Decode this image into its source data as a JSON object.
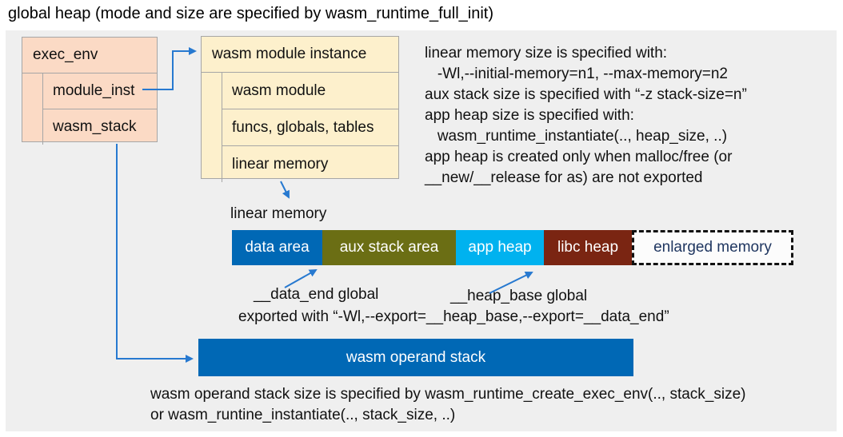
{
  "title": "global heap (mode and size are specified by wasm_runtime_full_init)",
  "colors": {
    "panel_bg": "#efefef",
    "exec_env_fill": "#fbdac5",
    "module_instance_fill": "#fdf0cc",
    "box_border": "#a6a6a6",
    "arrow_blue": "#2779d0",
    "data_area": "#0068b5",
    "aux_stack_area": "#6b6e14",
    "app_heap": "#00b2ef",
    "libc_heap": "#7a2512",
    "operand_stack": "#0068b5",
    "enlarged_memory_text": "#1f3660"
  },
  "exec_env": {
    "header": "exec_env",
    "rows": [
      "module_inst",
      "wasm_stack"
    ]
  },
  "module_instance": {
    "header": "wasm module instance",
    "rows": [
      "wasm module",
      "funcs, globals, tables",
      "linear memory"
    ]
  },
  "notes_right": {
    "lines": [
      "linear memory size is specified with:",
      "   -Wl,--initial-memory=n1, --max-memory=n2",
      "aux stack size is specified with “-z stack-size=n”",
      "app heap size is specified with:",
      "   wasm_runtime_instantiate(.., heap_size, ..)",
      "app heap is created only when malloc/free (or",
      "__new/__release for as) are not exported"
    ]
  },
  "linear_memory": {
    "label": "linear memory",
    "segments": [
      {
        "label": "data area",
        "color": "#0068b5"
      },
      {
        "label": "aux stack area",
        "color": "#6b6e14"
      },
      {
        "label": "app heap",
        "color": "#00b2ef"
      },
      {
        "label": "libc heap",
        "color": "#7a2512"
      },
      {
        "label": "enlarged memory",
        "color": "dashed-outline"
      }
    ]
  },
  "annotations": {
    "data_end": "__data_end global",
    "heap_base": "__heap_base global",
    "export_line": "exported with “-Wl,--export=__heap_base,--export=__data_end”"
  },
  "operand_stack": {
    "label": "wasm operand stack"
  },
  "notes_bottom": {
    "lines": [
      "wasm operand stack size is specified by wasm_runtime_create_exec_env(.., stack_size)",
      "or wasm_runtine_instantiate(.., stack_size, ..)"
    ]
  }
}
